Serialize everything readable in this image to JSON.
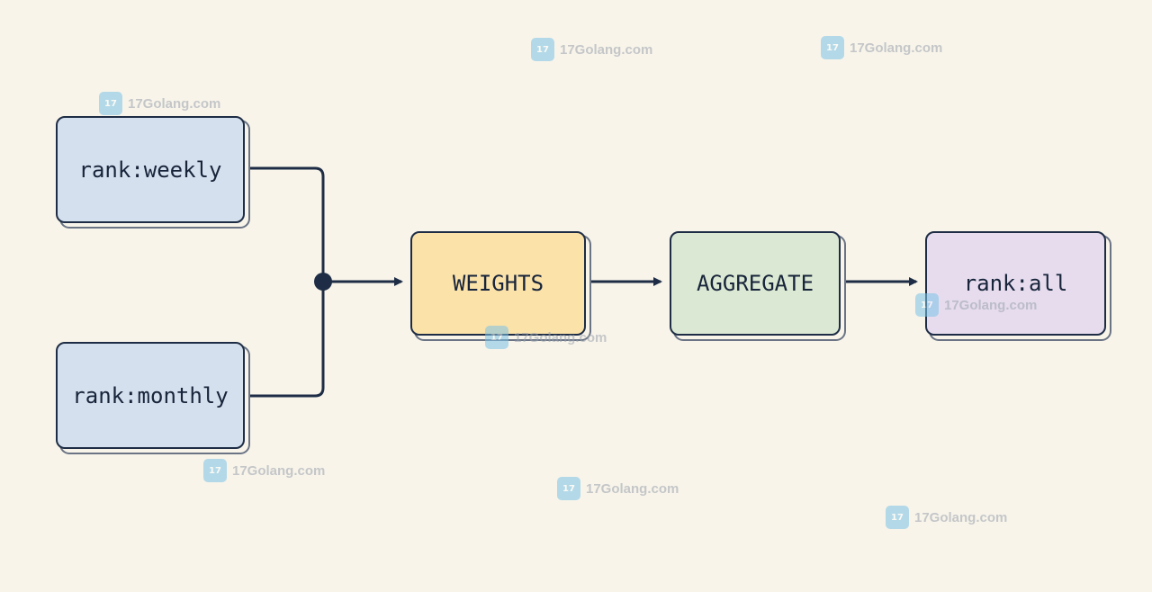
{
  "diagram": {
    "nodes": {
      "weekly": "rank:weekly",
      "monthly": "rank:monthly",
      "weights": "WEIGHTS",
      "aggregate": "AGGREGATE",
      "all": "rank:all"
    }
  },
  "watermark": {
    "text": "17Golang.com"
  },
  "colors": {
    "stroke": "#1e2d45",
    "source_fill": "#d5e0ee",
    "weights_fill": "#fbe2a9",
    "aggregate_fill": "#dbe8d3",
    "output_fill": "#e6dcee",
    "background": "#f8f4ea"
  }
}
